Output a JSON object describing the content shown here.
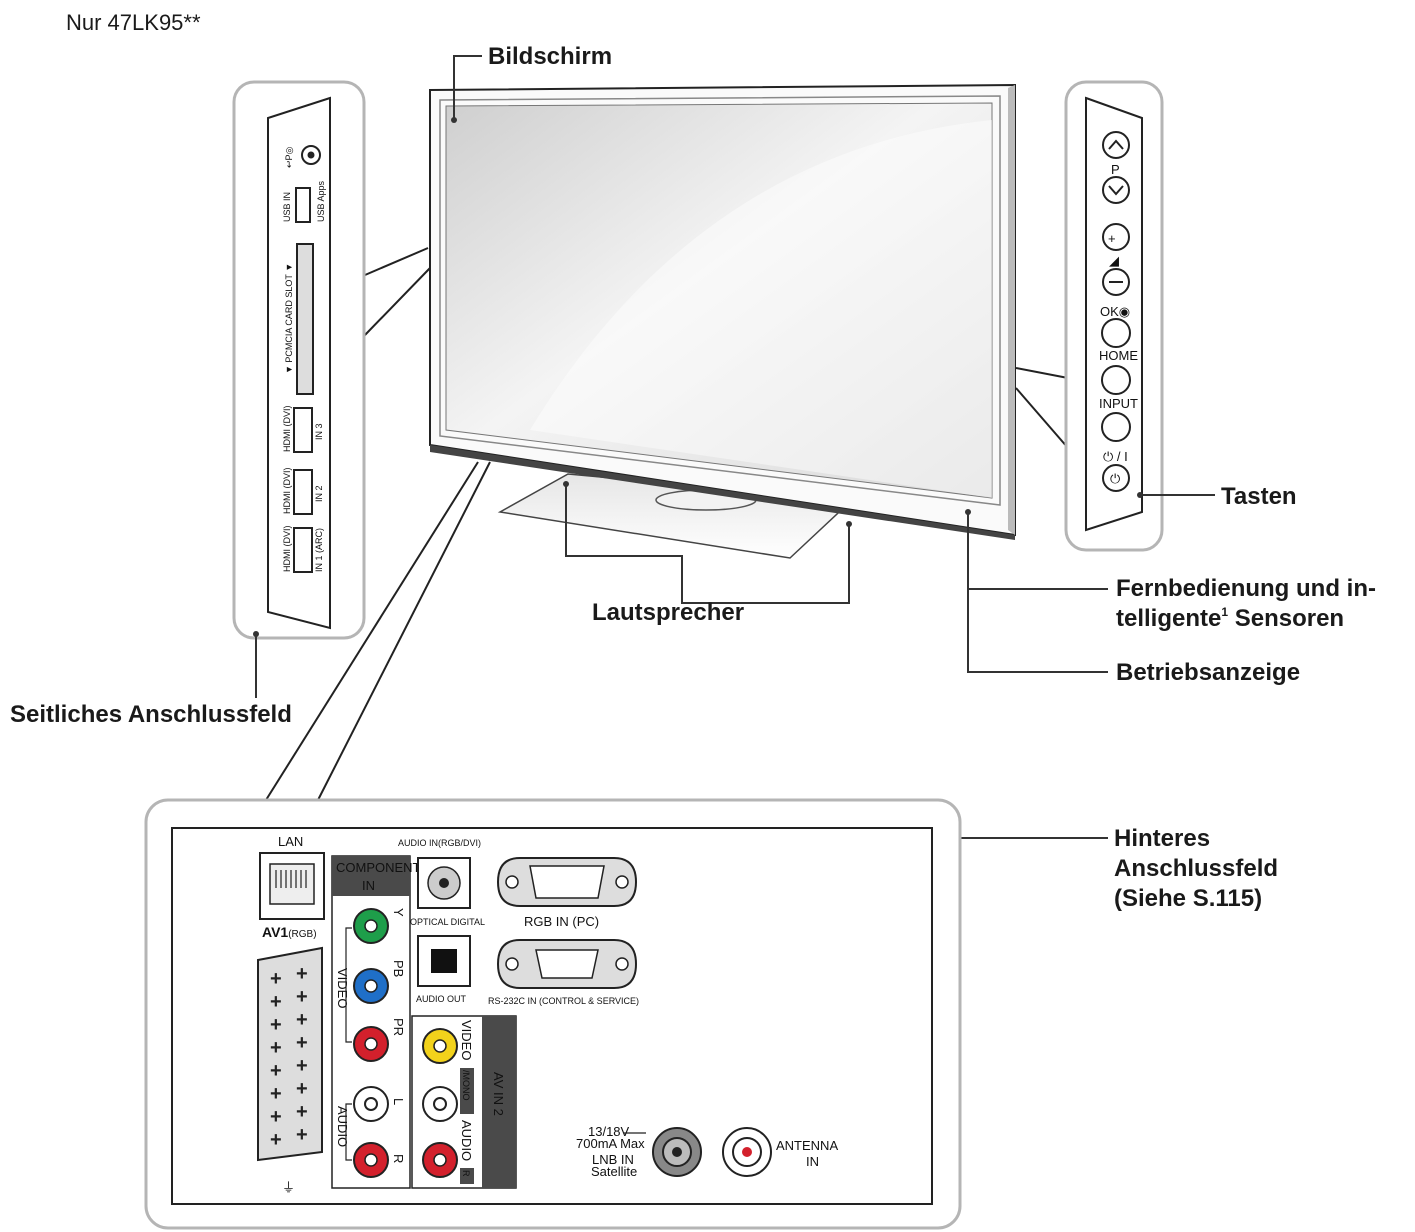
{
  "model_note": "Nur 47LK95**",
  "labels": {
    "screen": "Bildschirm",
    "buttons": "Tasten",
    "speakers": "Lautsprecher",
    "remote_sensors_line1": "Fernbedienung und in-",
    "remote_sensors_line2": "telligente",
    "remote_sensors_sup": "1",
    "remote_sensors_line2b": " Sensoren",
    "power_indicator": "Betriebsanzeige",
    "side_panel": "Seitliches Anschlussfeld",
    "rear_panel_line1": "Hinteres",
    "rear_panel_line2": "Anschlussfeld",
    "rear_panel_line3": "(Siehe S.115)"
  },
  "side_ports": {
    "headphone": "↩P◎",
    "usb_in": "USB IN",
    "usb_apps": "USB Apps",
    "pcmcia": "▼ PCMCIA CARD SLOT ▼",
    "hdmi3": "HDMI (DVI)",
    "hdmi3_in": "IN 3",
    "hdmi2": "HDMI (DVI)",
    "hdmi2_in": "IN 2",
    "hdmi1": "HDMI (DVI)",
    "hdmi1_in": "IN 1 (ARC)"
  },
  "control_buttons": {
    "program": "P",
    "volume": "◢",
    "ok": "OK◉",
    "home": "HOME",
    "input": "INPUT",
    "power": "⏻ / I"
  },
  "rear_ports": {
    "lan": "LAN",
    "av1": "AV1",
    "av1_rgb": "(RGB)",
    "component": "COMPONENT",
    "component_in": "IN",
    "y": "Y",
    "pb": "PB",
    "pr": "PR",
    "video": "VIDEO",
    "l": "L",
    "r": "R",
    "audio": "AUDIO",
    "audio_in_rgb_dvi": "AUDIO IN(RGB/DVI)",
    "optical_digital": "OPTICAL DIGITAL",
    "audio_out": "AUDIO OUT",
    "rgb_in_pc": "RGB IN (PC)",
    "rs232c": "RS-232C IN (CONTROL & SERVICE)",
    "av_in2_video": "VIDEO",
    "av_in2_mono": "/MONO",
    "av_in2_audio": "AUDIO",
    "av_in2_r": "R",
    "av_in2": "AV IN 2",
    "lnb_line1": "13/18V",
    "lnb_line2": "700mA Max",
    "lnb_line3": "LNB IN",
    "lnb_line4": "Satellite",
    "antenna_line1": "ANTENNA",
    "antenna_line2": "IN"
  },
  "colors": {
    "jack_green": "#1e9e4a",
    "jack_blue": "#1f6fc8",
    "jack_red": "#d3202c",
    "jack_yellow": "#f2d21b",
    "jack_white": "#ffffff",
    "header_dark": "#4a4a4a"
  }
}
